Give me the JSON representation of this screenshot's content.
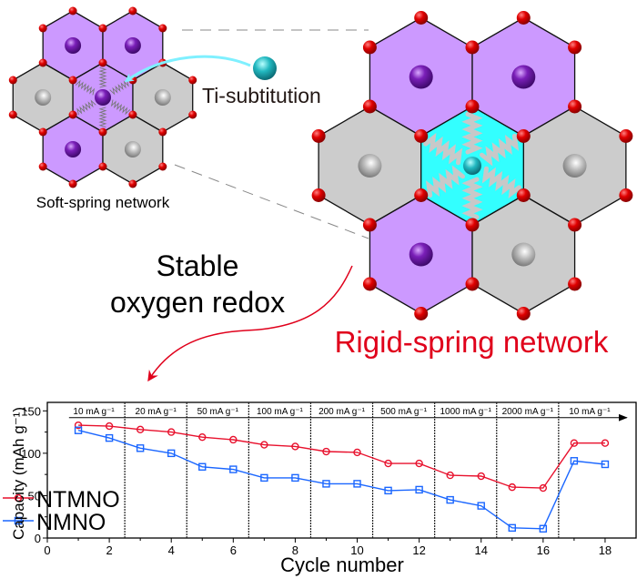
{
  "illustration": {
    "soft_network_label": "Soft-spring network",
    "rigid_network_label": "Rigid-spring network",
    "substitution_label": "Ti-subtitution",
    "redox_label_line1": "Stable",
    "redox_label_line2": "oxygen redox",
    "colors": {
      "purple_hex": "#cc99ff",
      "gray_hex": "#cccccc",
      "ti_hex": "#33ffff",
      "oxygen": "#dd0000",
      "mn_atom": "#7a1fb8",
      "ni_atom": "#a8a8a8",
      "ti_atom": "#22b8c0",
      "rigid_label": "#e0001b",
      "substitution_arrow": "#7ff0ff",
      "redox_arrow": "#e0001b"
    },
    "hex_types_outer_ring": [
      "purple",
      "purple",
      "gray",
      "gray",
      "purple",
      "gray"
    ],
    "soft_center": "purple",
    "rigid_center": "ti"
  },
  "chart_data": {
    "type": "line",
    "title": "",
    "xlabel": "Cycle number",
    "ylabel": "Capacity (mAh g⁻¹)",
    "xlim": [
      0,
      19
    ],
    "ylim": [
      0,
      160
    ],
    "xticks": [
      0,
      2,
      4,
      6,
      8,
      10,
      12,
      14,
      16,
      18
    ],
    "yticks": [
      0,
      50,
      100,
      150
    ],
    "legend_position": "left",
    "grid": false,
    "x": [
      1,
      2,
      3,
      4,
      5,
      6,
      7,
      8,
      9,
      10,
      11,
      12,
      13,
      14,
      15,
      16,
      17,
      18
    ],
    "series": [
      {
        "name": "NTMNO",
        "color": "#e8112d",
        "marker": "circle",
        "values": [
          133,
          132,
          128,
          125,
          119,
          116,
          110,
          108,
          102,
          101,
          88,
          88,
          74,
          73,
          60,
          59,
          112,
          112
        ]
      },
      {
        "name": "NMNO",
        "color": "#1a66ff",
        "marker": "square",
        "values": [
          127,
          118,
          106,
          100,
          84,
          81,
          71,
          71,
          64,
          64,
          56,
          57,
          45,
          38,
          12,
          11,
          91,
          87
        ]
      }
    ],
    "rate_regions": {
      "dividers": [
        2.5,
        4.5,
        6.5,
        8.5,
        10.5,
        12.5,
        14.5,
        16.5
      ],
      "labels": [
        {
          "text": "10 mA g⁻¹",
          "center": 1.5
        },
        {
          "text": "20 mA g⁻¹",
          "center": 3.5
        },
        {
          "text": "50 mA g⁻¹",
          "center": 5.5
        },
        {
          "text": "100 mA g⁻¹",
          "center": 7.5
        },
        {
          "text": "200 mA g⁻¹",
          "center": 9.5
        },
        {
          "text": "500 mA g⁻¹",
          "center": 11.5
        },
        {
          "text": "1000 mA g⁻¹",
          "center": 13.5
        },
        {
          "text": "2000 mA g⁻¹",
          "center": 15.5
        },
        {
          "text": "10 mA g⁻¹",
          "center": 17.5
        }
      ],
      "arrow_span": [
        0.7,
        18.7
      ],
      "arrow_level": 142
    }
  }
}
